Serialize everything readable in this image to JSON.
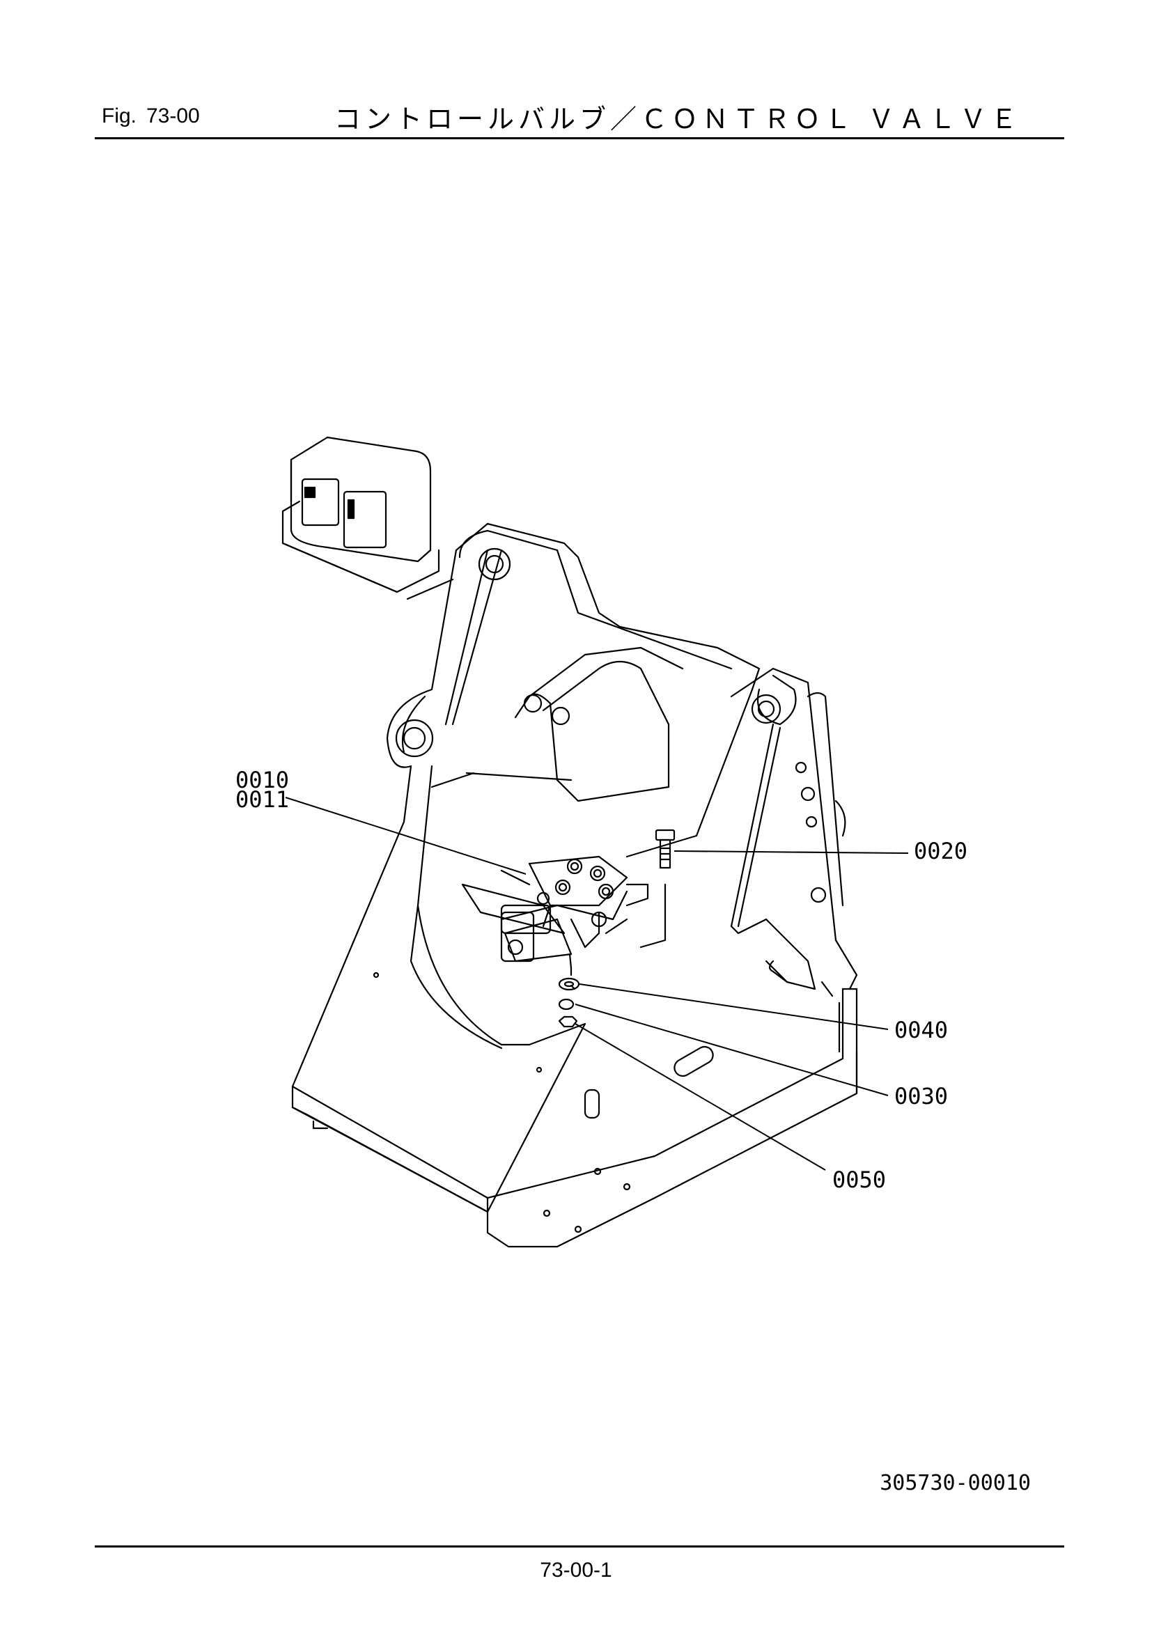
{
  "header": {
    "fig_label": "Fig.",
    "fig_number": "73-00",
    "title": "コントロールバルブ／ＣＯＮＴＲＯＬ ＶＡＬＶＥ"
  },
  "callouts": {
    "c0010": "0010",
    "c0011": "0011",
    "c0020": "0020",
    "c0040": "0040",
    "c0030": "0030",
    "c0050": "0050"
  },
  "footer": {
    "drawing_number": "305730-00010",
    "page_number": "73-00-1"
  }
}
